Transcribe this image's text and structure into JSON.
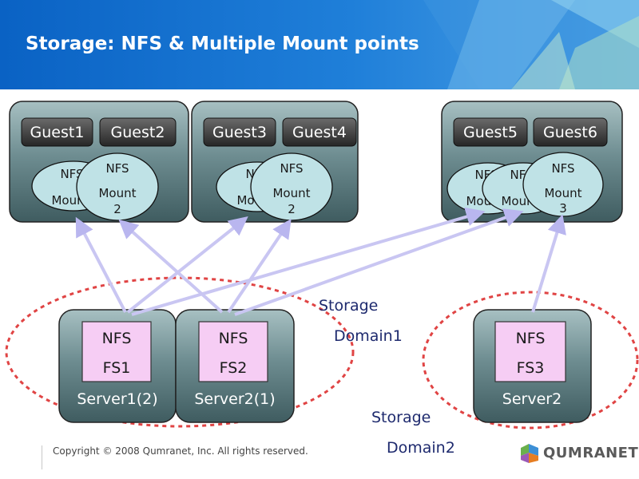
{
  "title": "Storage: NFS & Multiple Mount points",
  "guests": [
    "Guest1",
    "Guest2",
    "Guest3",
    "Guest4",
    "Guest5",
    "Guest6"
  ],
  "mounts": {
    "back_line1": "NFS",
    "back_line2": "Mount",
    "m2_line1": "NFS",
    "m2_line2": "Mount",
    "m2_line3": "2",
    "m3_line1": "NFS",
    "m3_line2": "Mount",
    "m3_line3": "3"
  },
  "servers": [
    {
      "label": "Server1(2)",
      "fs_line1": "NFS",
      "fs_line2": "FS1"
    },
    {
      "label": "Server2(1)",
      "fs_line1": "NFS",
      "fs_line2": "FS2"
    },
    {
      "label": "Server2",
      "fs_line1": "NFS",
      "fs_line2": "FS3"
    }
  ],
  "domains": [
    {
      "line1": "Storage",
      "line2": "Domain1"
    },
    {
      "line1": "Storage",
      "line2": "Domain2"
    }
  ],
  "footer": {
    "copyright": "Copyright © 2008 Qumranet, Inc. All rights reserved.",
    "logo": "QUMRANET",
    "logo_tm": "™"
  },
  "colors": {
    "host_box": "#5f7f84",
    "guest_box": "#3d3d3d",
    "mount_ellipse": "#bfe2e6",
    "fs_box": "#f6cdf4",
    "arrow": "#c9c6f2",
    "domain_ring": "#e04444"
  }
}
